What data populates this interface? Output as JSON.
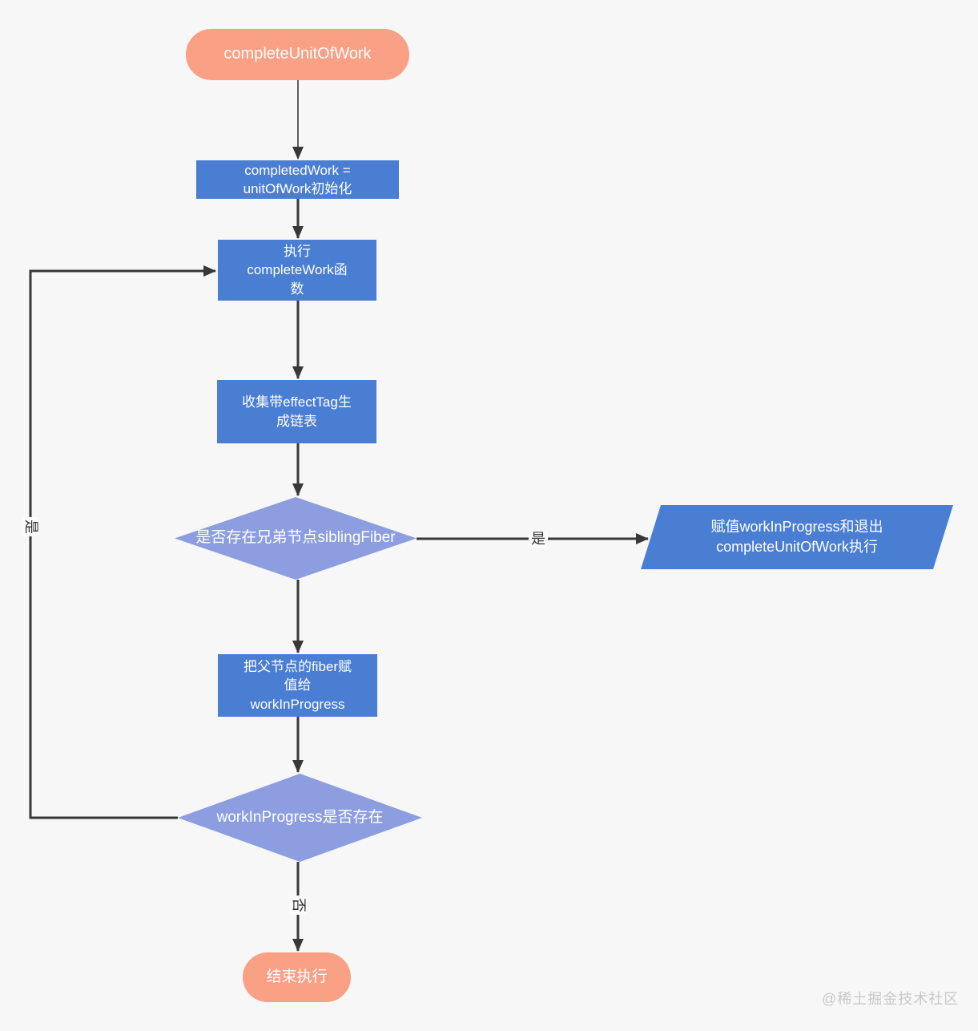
{
  "diagram": {
    "title": "completeUnitOfWork flowchart",
    "colors": {
      "background": "#f7f7f7",
      "terminal_fill": "#f9a085",
      "process_fill": "#4a7ed3",
      "decision_fill": "#8c9ee0",
      "io_fill": "#4a7ed3",
      "connector": "#383838",
      "node_text": "#ffffff",
      "edge_label_text": "#333333",
      "watermark_text": "#c9c9c9"
    },
    "nodes": {
      "start": {
        "type": "terminal",
        "label": "completeUnitOfWork"
      },
      "init": {
        "type": "process",
        "label": "completedWork =\nunitOfWork初始化"
      },
      "exec_complete_work": {
        "type": "process",
        "label": "执行\ncompleteWork函\n数"
      },
      "collect_effects": {
        "type": "process",
        "label": "收集带effectTag生\n成链表"
      },
      "has_sibling": {
        "type": "decision",
        "label": "是否存在兄弟节点siblingFiber"
      },
      "assign_and_exit": {
        "type": "io",
        "label": "赋值workInProgress和退出\ncompleteUnitOfWork执行"
      },
      "assign_parent_fiber": {
        "type": "process",
        "label": "把父节点的fiber赋\n值给\nworkInProgress"
      },
      "wip_exists": {
        "type": "decision",
        "label": "workInProgress是否存在"
      },
      "end": {
        "type": "terminal",
        "label": "结束执行"
      }
    },
    "edge_labels": {
      "sibling_yes": "是",
      "wip_yes": "是",
      "wip_no": "否"
    },
    "watermark": "@稀土掘金技术社区"
  }
}
